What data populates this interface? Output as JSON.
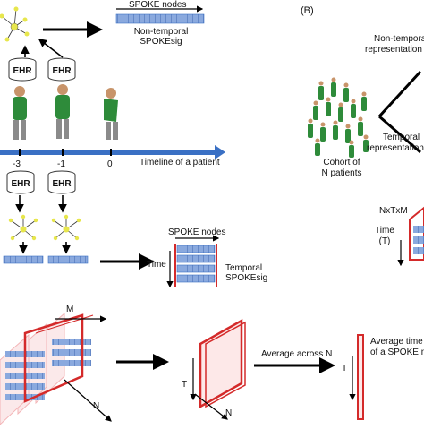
{
  "panel_b_label": "(B)",
  "spoke_nodes_top": "SPOKE nodes",
  "non_temporal_spokesig": "Non-temporal SPOKEsig",
  "non_temporal_spokesig_line1": "Non-temporal",
  "non_temporal_spokesig_line2": "SPOKEsig",
  "ehr": "EHR",
  "ticks": [
    "-3",
    "-1",
    "0"
  ],
  "timeline_label": "Timeline of a patient",
  "spoke_nodes_mid": "SPOKE nodes",
  "time_label": "Time",
  "temporal_spokesig_line1": "Temporal",
  "temporal_spokesig_line2": "SPOKEsig",
  "non_temporal_repr_line1": "Non-temporal",
  "non_temporal_repr_line2": "representation",
  "temporal_repr_line1": "Temporal",
  "temporal_repr_line2": "representation",
  "cohort_line1": "Cohort of",
  "cohort_line2": "N patients",
  "nxtxm": "NxTxM",
  "time_t_line1": "Time",
  "time_t_line2": "(T)",
  "bottom_m": "M",
  "bottom_n": "N",
  "bottom_t": "T",
  "average_across_n": "Average across N",
  "avg_line1": "Average time s",
  "avg_line2": "of a SPOKE n",
  "colors": {
    "accent_blue": "#3a70c4",
    "tile_blue": "#8aa9de",
    "red": "#d42a2a",
    "figure_green": "#2e8b3a"
  }
}
